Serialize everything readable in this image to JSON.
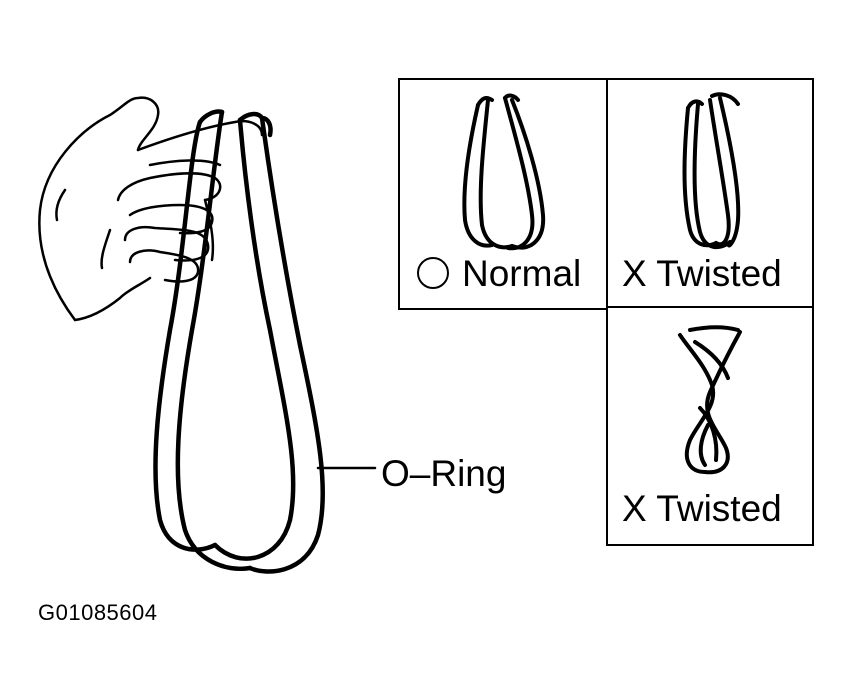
{
  "callout": {
    "oring_label": "O–Ring"
  },
  "panels": {
    "normal": {
      "mark": "circle-mark",
      "label": "Normal"
    },
    "twisted_1": {
      "label": "X Twisted"
    },
    "twisted_2": {
      "label": "X Twisted"
    }
  },
  "figure_code": "G01085604",
  "colors": {
    "ink": "#000000",
    "paper": "#ffffff"
  }
}
